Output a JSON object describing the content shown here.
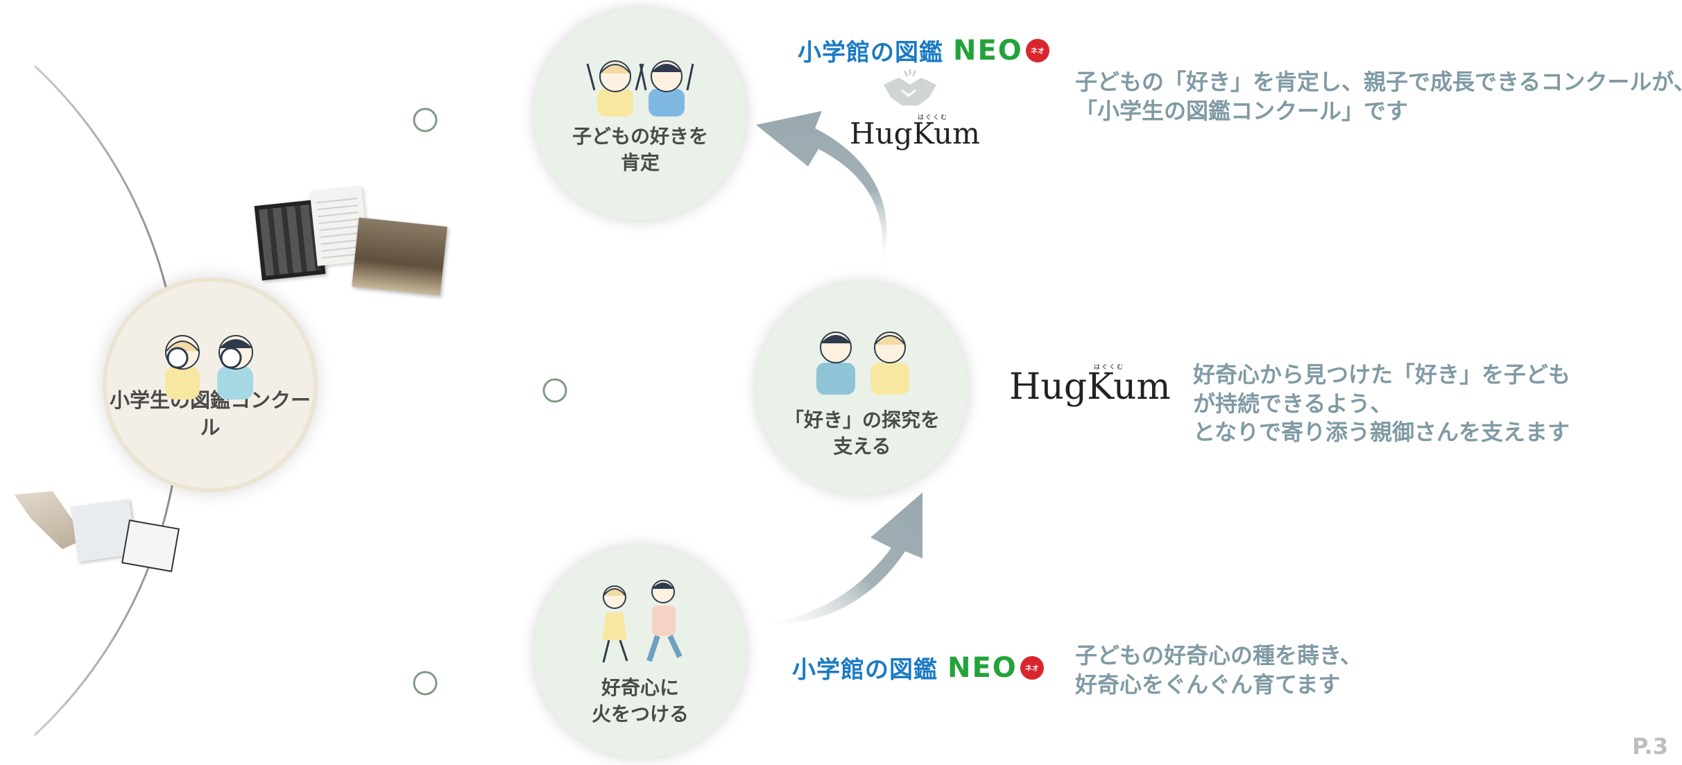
{
  "center": {
    "label": "小学生の図鑑コンクール"
  },
  "steps": [
    {
      "label_lines": [
        "子どもの好きを",
        "肯定"
      ]
    },
    {
      "label_lines": [
        "「好き」の探究を",
        "支える"
      ]
    },
    {
      "label_lines": [
        "好奇心に",
        "火をつける"
      ]
    }
  ],
  "logos": {
    "neo_jp": "小学館の図鑑",
    "neo_en": "NEO",
    "neo_badge": "ネオ",
    "hugkum": "HugKum",
    "hugkum_small": "はぐくむ"
  },
  "descriptions": {
    "top": [
      "子どもの「好き」を肯定し、親子で成長できるコンクールが、",
      "「小学生の図鑑コンクール」です"
    ],
    "middle": [
      "好奇心から見つけた「好き」を子ども",
      "が持続できるよう、",
      "となりで寄り添う親御さんを支えます"
    ],
    "bottom": [
      "子どもの好奇心の種を蒔き、",
      "好奇心をぐんぐん育てます"
    ]
  },
  "page": "P.3",
  "colors": {
    "step_fill": "#e9f1e8",
    "center_fill": "#f3efe6",
    "arrow": "#a3b1b6",
    "desc_text": "#7f9aa4",
    "neo_blue": "#1a7ac4",
    "neo_green": "#22a33a"
  }
}
